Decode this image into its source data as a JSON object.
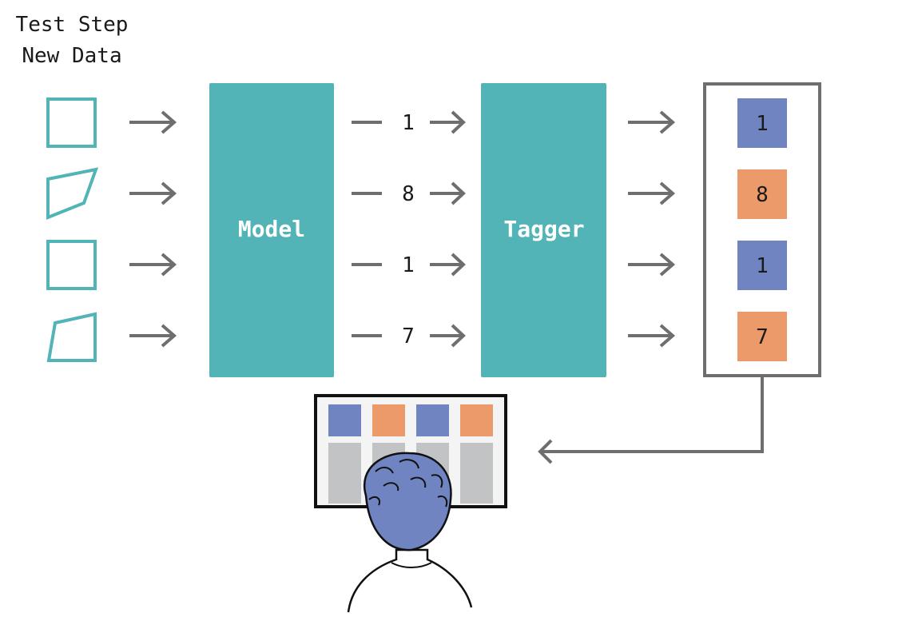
{
  "header": {
    "line1": "Test Step",
    "line2": "New Data"
  },
  "model_label": "Model",
  "tagger_label": "Tagger",
  "inputs": [
    {
      "shape": "square"
    },
    {
      "shape": "skewed-trapezoid-right"
    },
    {
      "shape": "square"
    },
    {
      "shape": "skewed-trapezoid-left"
    }
  ],
  "predictions": [
    "1",
    "8",
    "1",
    "7"
  ],
  "tagged_boxes": [
    {
      "label": "1",
      "color": "#7084c2"
    },
    {
      "label": "8",
      "color": "#ec9a6a"
    },
    {
      "label": "1",
      "color": "#7084c2"
    },
    {
      "label": "7",
      "color": "#ec9a6a"
    }
  ],
  "screen_tiles": [
    {
      "color": "#7084c2"
    },
    {
      "color": "#ec9a6a"
    },
    {
      "color": "#7084c2"
    },
    {
      "color": "#ec9a6a"
    }
  ],
  "colors": {
    "teal": "#53b4b8",
    "arrow_gray": "#6e6e6e",
    "tag_blue": "#7084c2",
    "tag_orange": "#ec9a6a",
    "screen_bar": "#c2c3c5",
    "person_hair": "#7084c2"
  }
}
